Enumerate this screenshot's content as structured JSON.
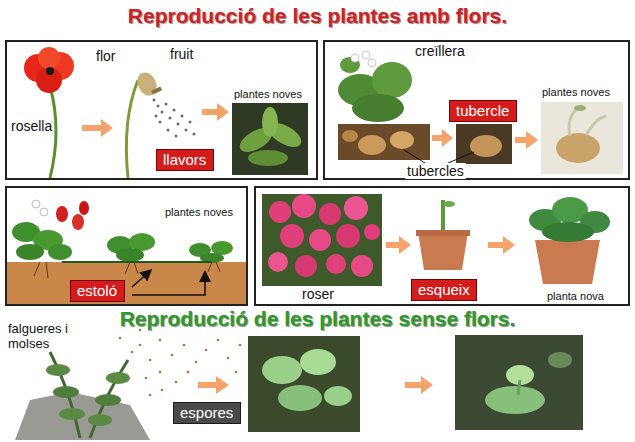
{
  "diagram": {
    "title": "Reproducció de les plantes amb flors.",
    "nodes": [
      {
        "text": [
          "flor",
          "fruit",
          "plantes noves",
          "rosella"
        ]
      },
      {
        "text": [
          "llavors"
        ],
        "in": 0
      },
      {
        "text": [
          "creïllera",
          "plantes noves",
          "tubercles"
        ]
      },
      {
        "text": [
          "tubercle"
        ],
        "in": 2
      },
      {
        "text": [
          "plantes noves"
        ]
      },
      {
        "text": [
          "estoló"
        ],
        "in": 4
      },
      {
        "text": [
          "roser",
          "planta nova"
        ]
      },
      {
        "text": [
          "esqueix"
        ],
        "in": 6
      },
      {
        "text": [
          "espores"
        ]
      }
    ],
    "labels": [
      "Reproducció de les plantes sense flors.",
      "falgueres i molses"
    ]
  }
}
